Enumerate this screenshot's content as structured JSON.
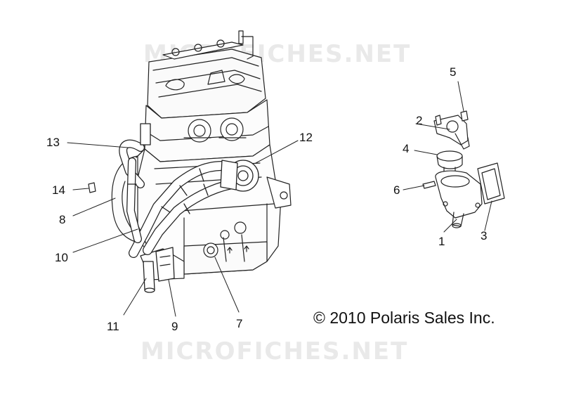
{
  "watermark_text": "MICROFICHES.NET",
  "copyright": "© 2010 Polaris Sales Inc.",
  "callouts": [
    {
      "id": "1",
      "label": "1"
    },
    {
      "id": "2",
      "label": "2"
    },
    {
      "id": "3",
      "label": "3"
    },
    {
      "id": "4",
      "label": "4"
    },
    {
      "id": "5",
      "label": "5"
    },
    {
      "id": "6",
      "label": "6"
    },
    {
      "id": "7",
      "label": "7"
    },
    {
      "id": "8",
      "label": "8"
    },
    {
      "id": "9",
      "label": "9"
    },
    {
      "id": "10",
      "label": "10"
    },
    {
      "id": "11",
      "label": "11"
    },
    {
      "id": "12",
      "label": "12"
    },
    {
      "id": "13",
      "label": "13"
    },
    {
      "id": "14",
      "label": "14"
    }
  ],
  "colors": {
    "line": "#222222",
    "watermark": "#e9e9e9",
    "background": "#ffffff"
  }
}
